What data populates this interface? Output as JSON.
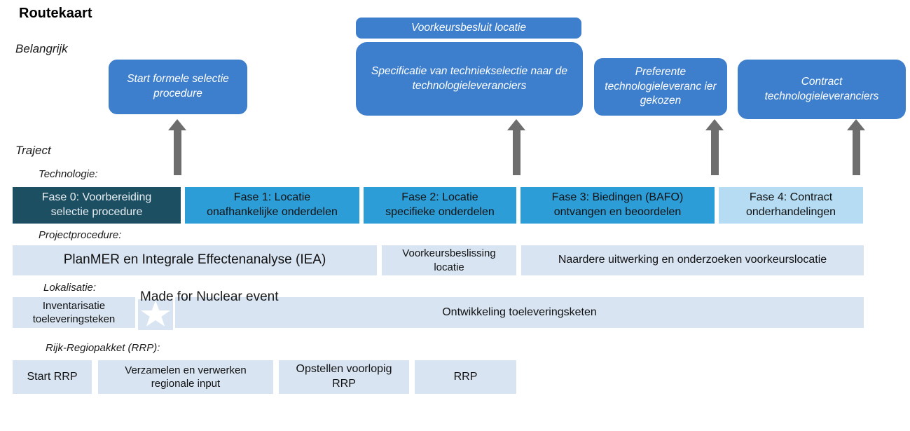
{
  "title": "Routekaart",
  "labels": {
    "belangrijk": "Belangrijk",
    "traject": "Traject"
  },
  "milestones": {
    "start": "Start formele selectie procedure",
    "voorkeursbesluit": "Voorkeursbesluit locatie",
    "specificatie": "Specificatie van techniekselectie naar de technologieleveranciers",
    "preferente": "Preferente technologieleveranc ier gekozen",
    "contract": "Contract technologieleveranciers"
  },
  "technologie": {
    "label": "Technologie:",
    "phases": [
      "Fase 0: Voorbereiding selectie procedure",
      "Fase 1: Locatie onafhankelijke onderdelen",
      "Fase 2: Locatie specifieke onderdelen",
      "Fase 3: Biedingen (BAFO) ontvangen en beoordelen",
      "Fase 4: Contract onderhandelingen"
    ]
  },
  "projectprocedure": {
    "label": "Projectprocedure:",
    "items": [
      "PlanMER en Integrale Effectenanalyse (IEA)",
      "Voorkeursbeslissing locatie",
      "Naardere uitwerking en onderzoeken voorkeurslocatie"
    ]
  },
  "lokalisatie": {
    "label": "Lokalisatie:",
    "event": "Made for Nuclear event",
    "items": [
      "Inventarisatie toeleveringsteken",
      "Ontwikkeling toeleveringsketen"
    ]
  },
  "rrp": {
    "label": "Rijk-Regiopakket (RRP):",
    "items": [
      "Start RRP",
      "Verzamelen en verwerken regionale input",
      "Opstellen voorlopig RRP",
      "RRP"
    ]
  },
  "colors": {
    "milestone_blue": "#3d7ecd",
    "phase_dark": "#1d4f63",
    "phase_blue": "#2d9dd7",
    "phase_light": "#b5dcf2",
    "row_pale": "#d8e4f2",
    "arrow_gray": "#6e6e6e"
  }
}
